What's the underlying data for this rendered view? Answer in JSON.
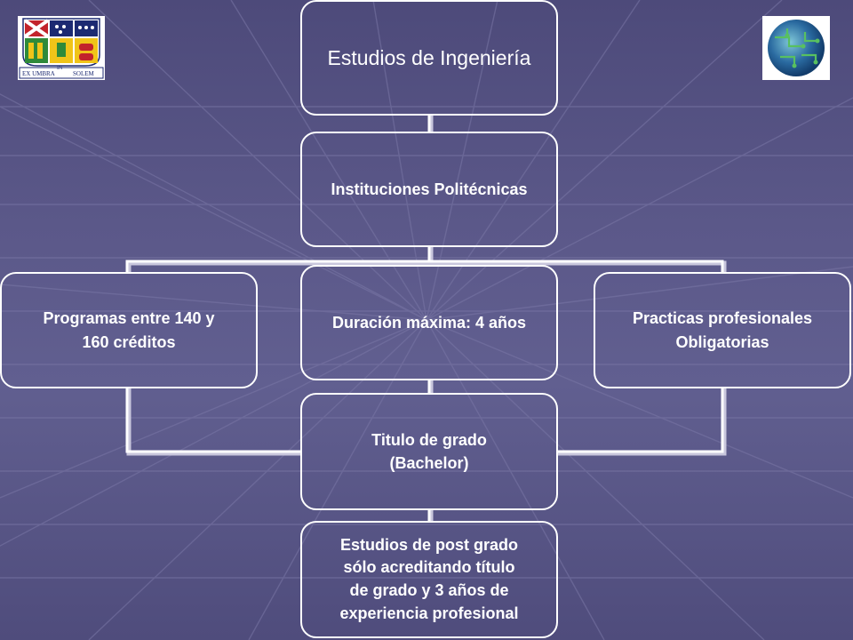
{
  "nodes": {
    "root": "Estudios de Ingeniería",
    "institutions": "Instituciones Politécnicas",
    "programs": "Programas entre 140 y\n160 créditos",
    "duration": "Duración máxima: 4 años",
    "practices": "Practicas profesionales\nObligatorias",
    "degree": "Titulo de grado\n(Bachelor)",
    "postgrad": "Estudios de post grado\nsólo acreditando título\nde grado y 3 años de\nexperiencia profesional"
  },
  "logo_left": {
    "motto_left": "EX UMBRA",
    "motto_center": "IN",
    "motto_right": "SOLEM"
  },
  "icons": {
    "logo_left": "university-crest-icon",
    "logo_right": "globe-circuit-icon"
  },
  "colors": {
    "background": "#56537f",
    "box_border": "#ffffff",
    "text": "#ffffff"
  }
}
